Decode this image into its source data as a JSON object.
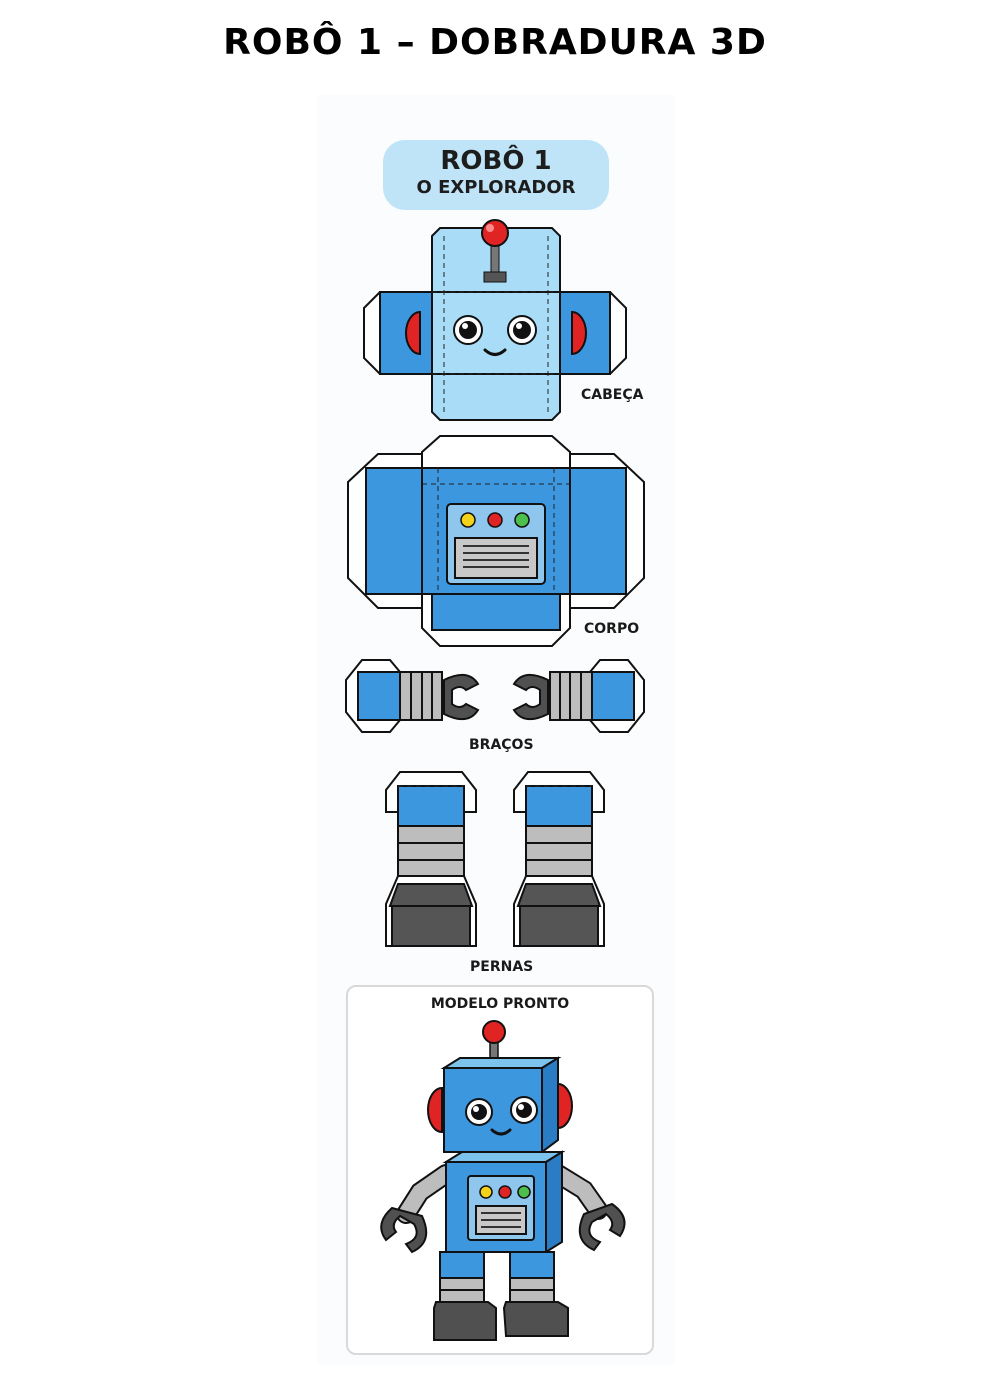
{
  "page": {
    "title": "ROBÔ 1 – DOBRADURA 3D"
  },
  "badge": {
    "title": "ROBÔ 1",
    "subtitle": "O EXPLORADOR"
  },
  "parts": {
    "head": "CABEÇA",
    "body": "CORPO",
    "arms": "BRAÇOS",
    "legs": "PERNAS"
  },
  "model": {
    "label": "MODELO PRONTO"
  },
  "colors": {
    "head_blue": "#a9dcf7",
    "body_blue": "#3c97df",
    "gray": "#bdbdbd",
    "dark_gray": "#505050",
    "red": "#e02424",
    "yellow": "#f2d21b",
    "green": "#4cc04c"
  }
}
